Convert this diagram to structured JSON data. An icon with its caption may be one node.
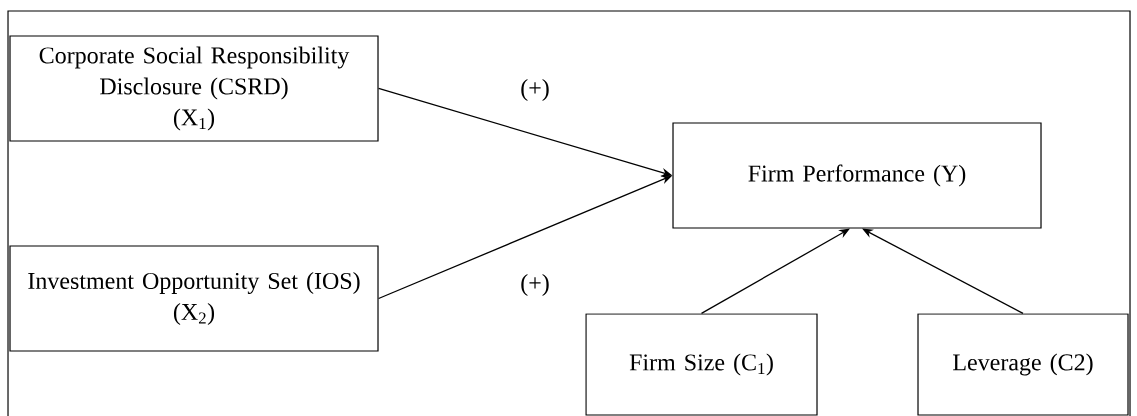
{
  "diagram": {
    "nodes": [
      {
        "text": [
          "Corporate Social Responsibility Disclosure (CSRD)",
          "(X$_{1}$)"
        ]
      },
      {
        "text": [
          "Investment Opportunity Set (IOS)",
          "(X$_{2}$)"
        ]
      },
      {
        "text": [
          "Firm Performance (Y)"
        ]
      },
      {
        "text": [
          "Firm Size (C$_{1}$)"
        ]
      },
      {
        "text": [
          "Leverage (C2)"
        ]
      }
    ],
    "edges": [
      {
        "from": 0,
        "to": 2,
        "arrow": "to"
      },
      {
        "from": 1,
        "to": 2,
        "arrow": "to"
      },
      {
        "from": 3,
        "to": 2,
        "arrow": "to"
      },
      {
        "from": 4,
        "to": 2,
        "arrow": "to"
      }
    ],
    "labels": [
      "(+)",
      "(+)"
    ]
  }
}
